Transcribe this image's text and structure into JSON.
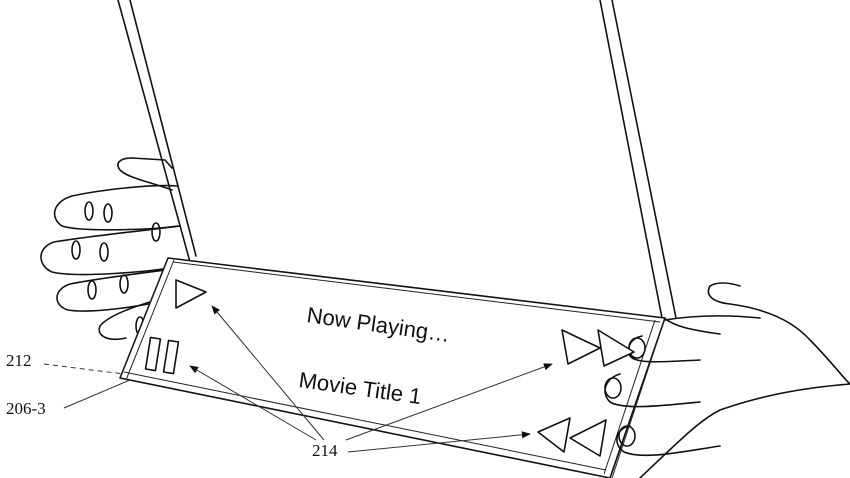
{
  "screen": {
    "status_text": "Now Playing…",
    "media_title": "Movie Title 1"
  },
  "controls": {
    "play_icon": "play-icon",
    "pause_icon": "pause-icon",
    "fast_forward_icon": "fast-forward-icon",
    "rewind_icon": "rewind-icon"
  },
  "reference_numerals": {
    "edge": "212",
    "display_region": "206-3",
    "controls": "214"
  }
}
